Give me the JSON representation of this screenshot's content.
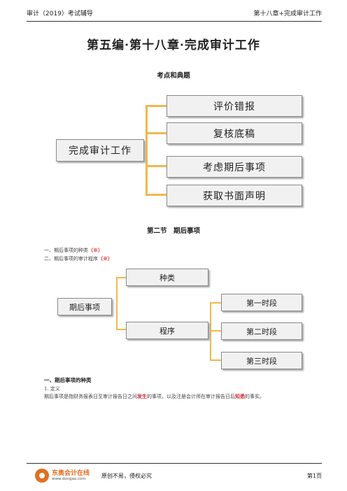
{
  "header": {
    "left": "审计（2019）考试辅导",
    "right": "第十八章+完成审计工作"
  },
  "title": "第五编·第十八章·完成审计工作",
  "subtitle": "考点和典题",
  "diagram1": {
    "root": "完成审计工作",
    "children": [
      "评价错报",
      "复核底稿",
      "考虑期后事项",
      "获取书面声明"
    ]
  },
  "section_title": "第二节　期后事项",
  "list_items": [
    {
      "text": "一、期后事项的种类",
      "mark": "（※）"
    },
    {
      "text": "二、期后事项的审计程序",
      "mark": "（※）"
    }
  ],
  "diagram2": {
    "root": "期后事项",
    "children": [
      "种类",
      "程序"
    ],
    "grandchildren": [
      "第一时段",
      "第二时段",
      "第三时段"
    ]
  },
  "content": {
    "heading": "一、期后事项的种类",
    "def_label": "1. 定义",
    "def_parts": [
      "期后事项是指财务报表日至审计报告日之间",
      "发生",
      "的事项，以及注册会计师在审计报告日后",
      "知悉",
      "的事实。"
    ]
  },
  "footer": {
    "logo_name": "东奥会计在线",
    "logo_url": "www.dongao.com",
    "center": "原创不易，侵权必究",
    "page": "第1页"
  },
  "colors": {
    "connector": "#f0b84e",
    "highlight": "#d9282a",
    "logo": "#e2701d"
  }
}
